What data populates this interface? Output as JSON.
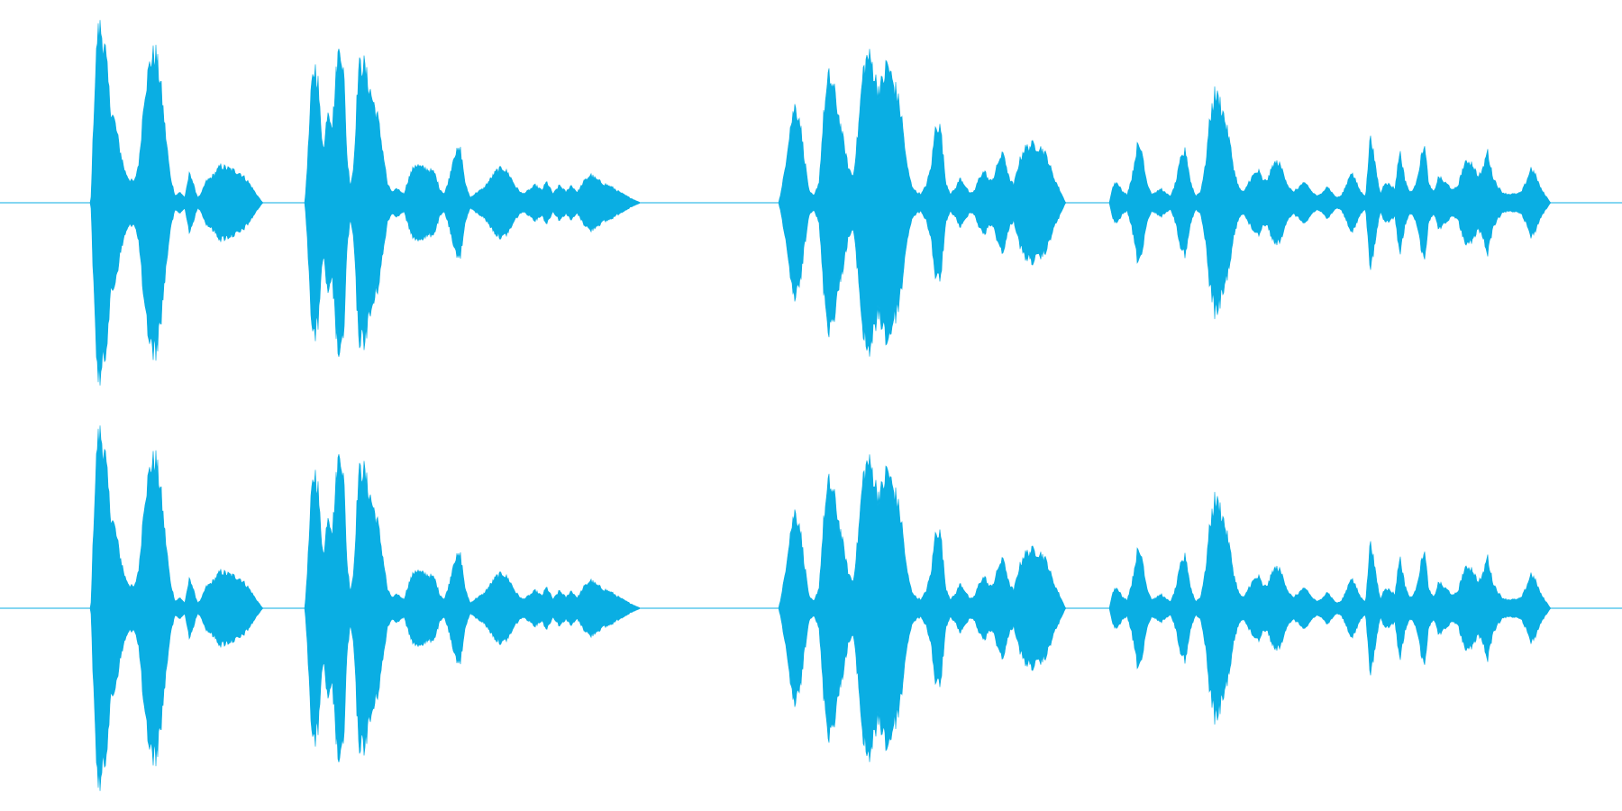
{
  "waveform": {
    "color": "#0aaee3",
    "background": "#ffffff",
    "channels": [
      {
        "name": "",
        "role": "left-channel"
      },
      {
        "name": "",
        "role": "right-channel"
      }
    ],
    "duration_fraction_start": 0.0,
    "duration_fraction_end": 1.0,
    "segments": [
      {
        "start": 0.056,
        "end": 0.162,
        "envelope": [
          [
            0.056,
            0.0
          ],
          [
            0.058,
            0.55
          ],
          [
            0.06,
            0.95
          ],
          [
            0.062,
            1.0
          ],
          [
            0.065,
            0.85
          ],
          [
            0.068,
            0.55
          ],
          [
            0.071,
            0.45
          ],
          [
            0.074,
            0.3
          ],
          [
            0.077,
            0.18
          ],
          [
            0.08,
            0.13
          ],
          [
            0.083,
            0.12
          ],
          [
            0.086,
            0.25
          ],
          [
            0.089,
            0.62
          ],
          [
            0.093,
            0.82
          ],
          [
            0.096,
            0.85
          ],
          [
            0.099,
            0.68
          ],
          [
            0.102,
            0.4
          ],
          [
            0.105,
            0.15
          ],
          [
            0.108,
            0.04
          ],
          [
            0.111,
            0.06
          ],
          [
            0.114,
            0.03
          ],
          [
            0.117,
            0.18
          ],
          [
            0.12,
            0.08
          ],
          [
            0.122,
            0.03
          ],
          [
            0.124,
            0.05
          ],
          [
            0.127,
            0.12
          ],
          [
            0.131,
            0.15
          ],
          [
            0.136,
            0.21
          ],
          [
            0.142,
            0.19
          ],
          [
            0.148,
            0.17
          ],
          [
            0.153,
            0.12
          ],
          [
            0.158,
            0.05
          ],
          [
            0.162,
            0.0
          ]
        ]
      },
      {
        "start": 0.188,
        "end": 0.395,
        "envelope": [
          [
            0.188,
            0.0
          ],
          [
            0.19,
            0.3
          ],
          [
            0.192,
            0.65
          ],
          [
            0.194,
            0.78
          ],
          [
            0.196,
            0.7
          ],
          [
            0.198,
            0.4
          ],
          [
            0.2,
            0.32
          ],
          [
            0.202,
            0.55
          ],
          [
            0.205,
            0.45
          ],
          [
            0.208,
            0.82
          ],
          [
            0.21,
            0.9
          ],
          [
            0.212,
            0.72
          ],
          [
            0.214,
            0.25
          ],
          [
            0.216,
            0.1
          ],
          [
            0.218,
            0.2
          ],
          [
            0.221,
            0.76
          ],
          [
            0.224,
            0.8
          ],
          [
            0.227,
            0.68
          ],
          [
            0.23,
            0.58
          ],
          [
            0.233,
            0.48
          ],
          [
            0.236,
            0.3
          ],
          [
            0.239,
            0.1
          ],
          [
            0.242,
            0.06
          ],
          [
            0.245,
            0.08
          ],
          [
            0.249,
            0.05
          ],
          [
            0.252,
            0.14
          ],
          [
            0.256,
            0.22
          ],
          [
            0.26,
            0.2
          ],
          [
            0.264,
            0.19
          ],
          [
            0.268,
            0.17
          ],
          [
            0.271,
            0.08
          ],
          [
            0.274,
            0.05
          ],
          [
            0.277,
            0.14
          ],
          [
            0.28,
            0.28
          ],
          [
            0.284,
            0.3
          ],
          [
            0.287,
            0.1
          ],
          [
            0.29,
            0.03
          ],
          [
            0.294,
            0.06
          ],
          [
            0.298,
            0.08
          ],
          [
            0.302,
            0.13
          ],
          [
            0.306,
            0.18
          ],
          [
            0.31,
            0.2
          ],
          [
            0.314,
            0.16
          ],
          [
            0.318,
            0.09
          ],
          [
            0.322,
            0.05
          ],
          [
            0.326,
            0.07
          ],
          [
            0.33,
            0.1
          ],
          [
            0.334,
            0.07
          ],
          [
            0.337,
            0.12
          ],
          [
            0.341,
            0.05
          ],
          [
            0.345,
            0.1
          ],
          [
            0.349,
            0.06
          ],
          [
            0.352,
            0.1
          ],
          [
            0.356,
            0.06
          ],
          [
            0.36,
            0.12
          ],
          [
            0.364,
            0.16
          ],
          [
            0.368,
            0.13
          ],
          [
            0.372,
            0.11
          ],
          [
            0.377,
            0.09
          ],
          [
            0.382,
            0.06
          ],
          [
            0.388,
            0.03
          ],
          [
            0.395,
            0.0
          ]
        ]
      },
      {
        "start": 0.48,
        "end": 0.657,
        "envelope": [
          [
            0.48,
            0.0
          ],
          [
            0.482,
            0.08
          ],
          [
            0.484,
            0.2
          ],
          [
            0.487,
            0.42
          ],
          [
            0.49,
            0.55
          ],
          [
            0.493,
            0.48
          ],
          [
            0.496,
            0.25
          ],
          [
            0.499,
            0.06
          ],
          [
            0.502,
            0.04
          ],
          [
            0.505,
            0.12
          ],
          [
            0.508,
            0.52
          ],
          [
            0.511,
            0.72
          ],
          [
            0.514,
            0.65
          ],
          [
            0.517,
            0.5
          ],
          [
            0.52,
            0.35
          ],
          [
            0.523,
            0.2
          ],
          [
            0.526,
            0.15
          ],
          [
            0.529,
            0.4
          ],
          [
            0.532,
            0.74
          ],
          [
            0.535,
            0.84
          ],
          [
            0.538,
            0.78
          ],
          [
            0.541,
            0.65
          ],
          [
            0.544,
            0.68
          ],
          [
            0.547,
            0.8
          ],
          [
            0.55,
            0.7
          ],
          [
            0.553,
            0.62
          ],
          [
            0.556,
            0.48
          ],
          [
            0.559,
            0.22
          ],
          [
            0.562,
            0.1
          ],
          [
            0.565,
            0.06
          ],
          [
            0.568,
            0.05
          ],
          [
            0.571,
            0.1
          ],
          [
            0.574,
            0.2
          ],
          [
            0.577,
            0.45
          ],
          [
            0.58,
            0.42
          ],
          [
            0.583,
            0.12
          ],
          [
            0.586,
            0.05
          ],
          [
            0.589,
            0.08
          ],
          [
            0.592,
            0.14
          ],
          [
            0.595,
            0.1
          ],
          [
            0.598,
            0.05
          ],
          [
            0.601,
            0.07
          ],
          [
            0.604,
            0.15
          ],
          [
            0.607,
            0.18
          ],
          [
            0.61,
            0.12
          ],
          [
            0.613,
            0.15
          ],
          [
            0.616,
            0.25
          ],
          [
            0.619,
            0.28
          ],
          [
            0.622,
            0.14
          ],
          [
            0.625,
            0.1
          ],
          [
            0.628,
            0.22
          ],
          [
            0.631,
            0.3
          ],
          [
            0.634,
            0.32
          ],
          [
            0.637,
            0.33
          ],
          [
            0.64,
            0.32
          ],
          [
            0.643,
            0.3
          ],
          [
            0.646,
            0.25
          ],
          [
            0.649,
            0.16
          ],
          [
            0.652,
            0.1
          ],
          [
            0.655,
            0.04
          ],
          [
            0.657,
            0.0
          ]
        ]
      },
      {
        "start": 0.684,
        "end": 0.956,
        "envelope": [
          [
            0.684,
            0.0
          ],
          [
            0.686,
            0.1
          ],
          [
            0.689,
            0.12
          ],
          [
            0.692,
            0.06
          ],
          [
            0.695,
            0.05
          ],
          [
            0.698,
            0.15
          ],
          [
            0.701,
            0.32
          ],
          [
            0.704,
            0.3
          ],
          [
            0.707,
            0.12
          ],
          [
            0.71,
            0.05
          ],
          [
            0.713,
            0.06
          ],
          [
            0.716,
            0.08
          ],
          [
            0.719,
            0.05
          ],
          [
            0.722,
            0.04
          ],
          [
            0.725,
            0.12
          ],
          [
            0.728,
            0.25
          ],
          [
            0.731,
            0.3
          ],
          [
            0.734,
            0.12
          ],
          [
            0.737,
            0.04
          ],
          [
            0.74,
            0.06
          ],
          [
            0.743,
            0.2
          ],
          [
            0.746,
            0.48
          ],
          [
            0.749,
            0.62
          ],
          [
            0.752,
            0.58
          ],
          [
            0.755,
            0.48
          ],
          [
            0.758,
            0.35
          ],
          [
            0.761,
            0.18
          ],
          [
            0.764,
            0.08
          ],
          [
            0.767,
            0.06
          ],
          [
            0.77,
            0.12
          ],
          [
            0.773,
            0.16
          ],
          [
            0.776,
            0.18
          ],
          [
            0.779,
            0.12
          ],
          [
            0.782,
            0.14
          ],
          [
            0.785,
            0.22
          ],
          [
            0.788,
            0.23
          ],
          [
            0.791,
            0.18
          ],
          [
            0.794,
            0.1
          ],
          [
            0.797,
            0.06
          ],
          [
            0.8,
            0.08
          ],
          [
            0.803,
            0.11
          ],
          [
            0.806,
            0.1
          ],
          [
            0.809,
            0.06
          ],
          [
            0.812,
            0.04
          ],
          [
            0.815,
            0.05
          ],
          [
            0.818,
            0.1
          ],
          [
            0.821,
            0.06
          ],
          [
            0.824,
            0.03
          ],
          [
            0.827,
            0.04
          ],
          [
            0.83,
            0.1
          ],
          [
            0.833,
            0.18
          ],
          [
            0.836,
            0.12
          ],
          [
            0.839,
            0.06
          ],
          [
            0.842,
            0.04
          ],
          [
            0.845,
            0.4
          ],
          [
            0.848,
            0.2
          ],
          [
            0.851,
            0.05
          ],
          [
            0.854,
            0.12
          ],
          [
            0.857,
            0.1
          ],
          [
            0.86,
            0.08
          ],
          [
            0.863,
            0.3
          ],
          [
            0.866,
            0.14
          ],
          [
            0.869,
            0.06
          ],
          [
            0.872,
            0.08
          ],
          [
            0.875,
            0.2
          ],
          [
            0.878,
            0.34
          ],
          [
            0.881,
            0.1
          ],
          [
            0.884,
            0.06
          ],
          [
            0.887,
            0.15
          ],
          [
            0.89,
            0.12
          ],
          [
            0.893,
            0.1
          ],
          [
            0.896,
            0.07
          ],
          [
            0.899,
            0.1
          ],
          [
            0.902,
            0.2
          ],
          [
            0.905,
            0.24
          ],
          [
            0.908,
            0.22
          ],
          [
            0.911,
            0.15
          ],
          [
            0.914,
            0.18
          ],
          [
            0.917,
            0.3
          ],
          [
            0.92,
            0.16
          ],
          [
            0.923,
            0.1
          ],
          [
            0.926,
            0.06
          ],
          [
            0.929,
            0.05
          ],
          [
            0.932,
            0.05
          ],
          [
            0.935,
            0.05
          ],
          [
            0.938,
            0.06
          ],
          [
            0.941,
            0.12
          ],
          [
            0.944,
            0.2
          ],
          [
            0.947,
            0.15
          ],
          [
            0.95,
            0.08
          ],
          [
            0.953,
            0.04
          ],
          [
            0.956,
            0.0
          ]
        ]
      }
    ]
  }
}
